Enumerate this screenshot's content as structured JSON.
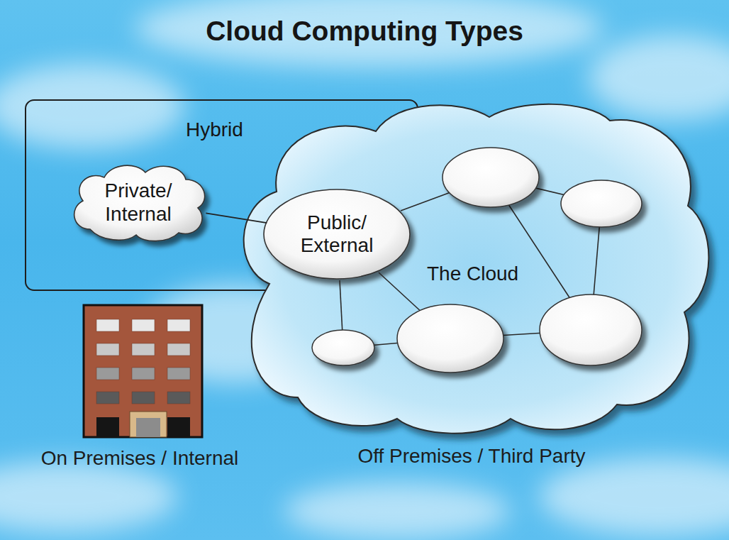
{
  "diagram": {
    "title": "Cloud Computing Types",
    "nodes": [
      {
        "text": [
          "Hybrid"
        ]
      },
      {
        "text": [
          "The Cloud"
        ]
      },
      {
        "text": [
          "Private/ Internal"
        ],
        "in": 0
      },
      {
        "text": [
          "Public/ External"
        ],
        "in": 1
      }
    ],
    "edges": [
      {
        "from": 2,
        "to": 3,
        "arrow": "none"
      }
    ],
    "labels": [
      "On Premises / Internal",
      "Off Premises / Third Party"
    ]
  }
}
